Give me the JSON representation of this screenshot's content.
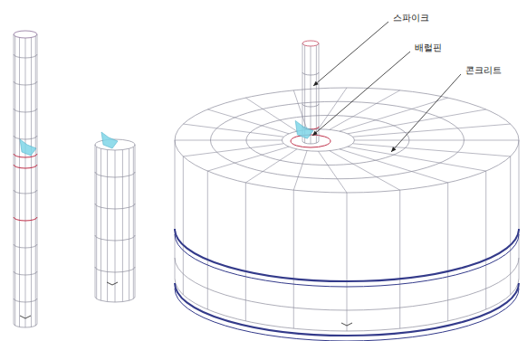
{
  "diagram": {
    "labels": [
      "스파이크",
      "배럴핀",
      "콘크리트"
    ]
  }
}
